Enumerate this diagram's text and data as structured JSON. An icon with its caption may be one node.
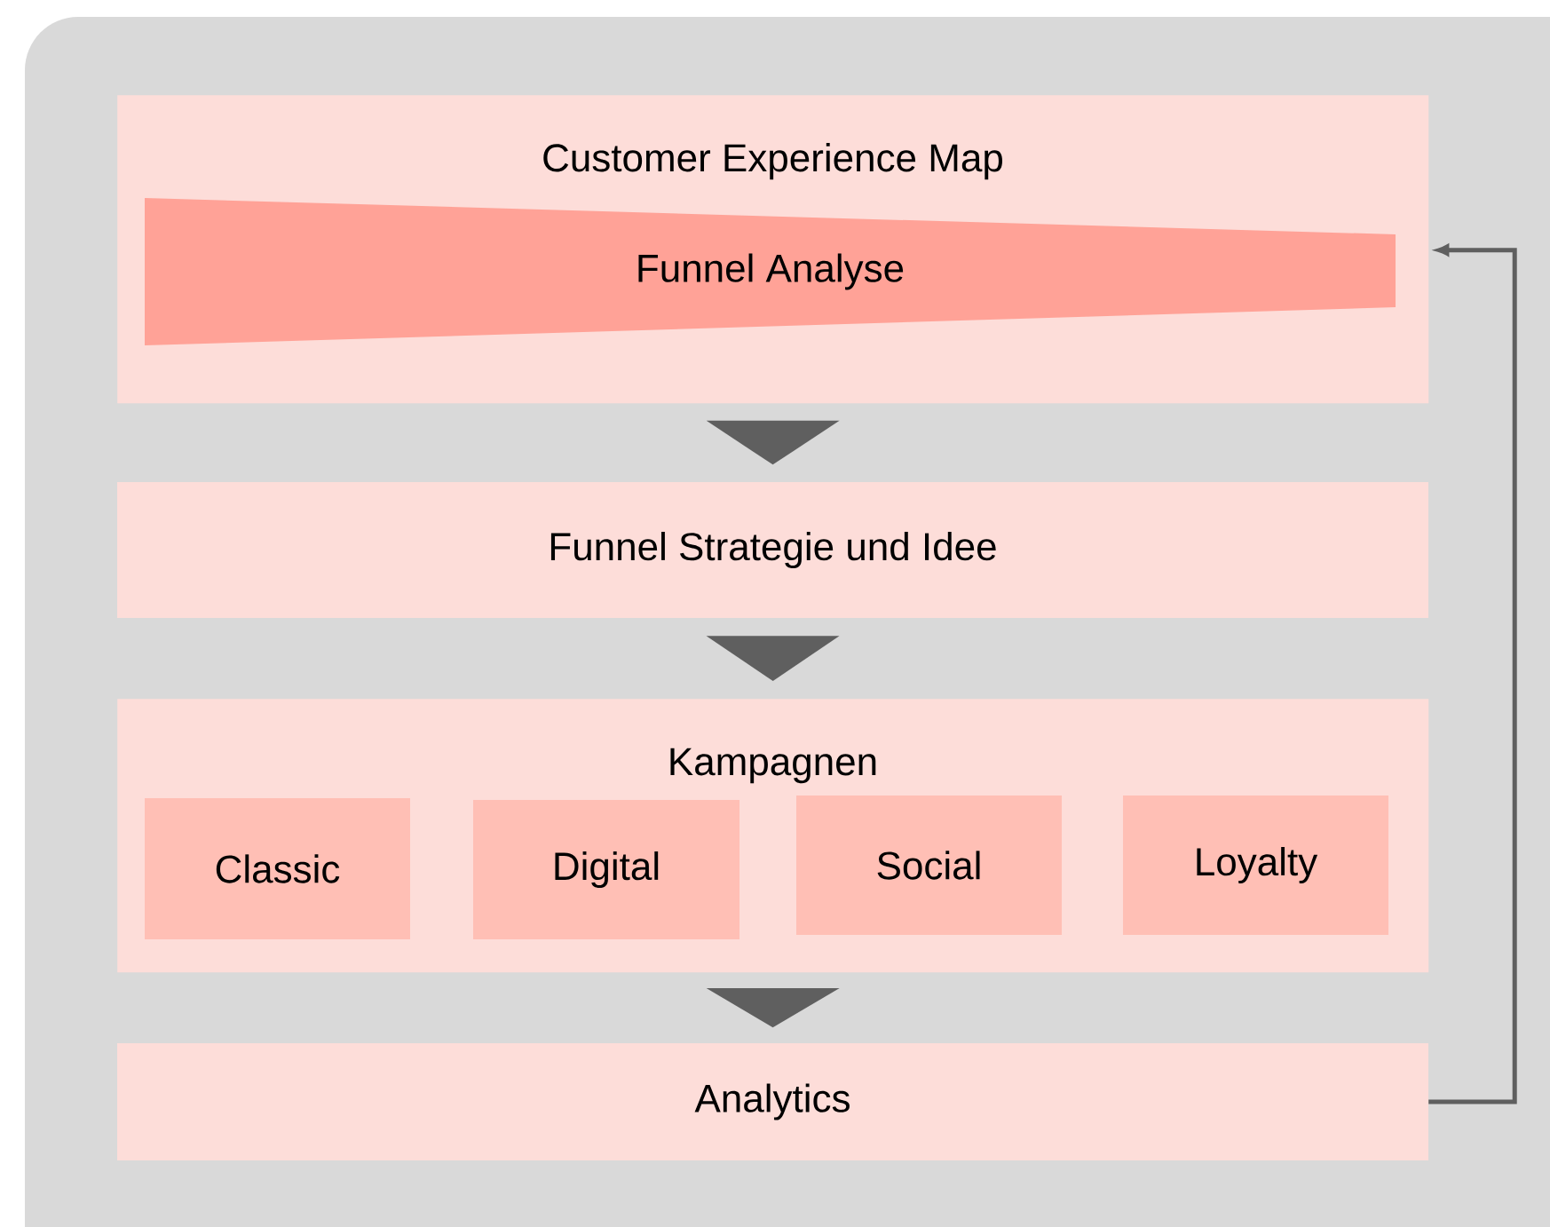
{
  "diagram": {
    "nodes": [
      {
        "text": [
          "Customer Experience Map"
        ]
      },
      {
        "text": [
          "Funnel Analyse"
        ],
        "in": 0
      },
      {
        "text": [
          "Funnel Strategie und Idee"
        ]
      },
      {
        "text": [
          "Kampagnen"
        ]
      },
      {
        "text": [
          "Classic"
        ],
        "in": 3
      },
      {
        "text": [
          "Digital"
        ],
        "in": 3
      },
      {
        "text": [
          "Social"
        ],
        "in": 3
      },
      {
        "text": [
          "Loyalty"
        ],
        "in": 3
      },
      {
        "text": [
          "Analytics"
        ]
      }
    ],
    "edges": [
      {
        "from": 0,
        "to": 2,
        "arrow": "to"
      },
      {
        "from": 2,
        "to": 3,
        "arrow": "to"
      },
      {
        "from": 3,
        "to": 8,
        "arrow": "to"
      },
      {
        "from": 8,
        "to": 0,
        "arrow": "to"
      }
    ]
  }
}
